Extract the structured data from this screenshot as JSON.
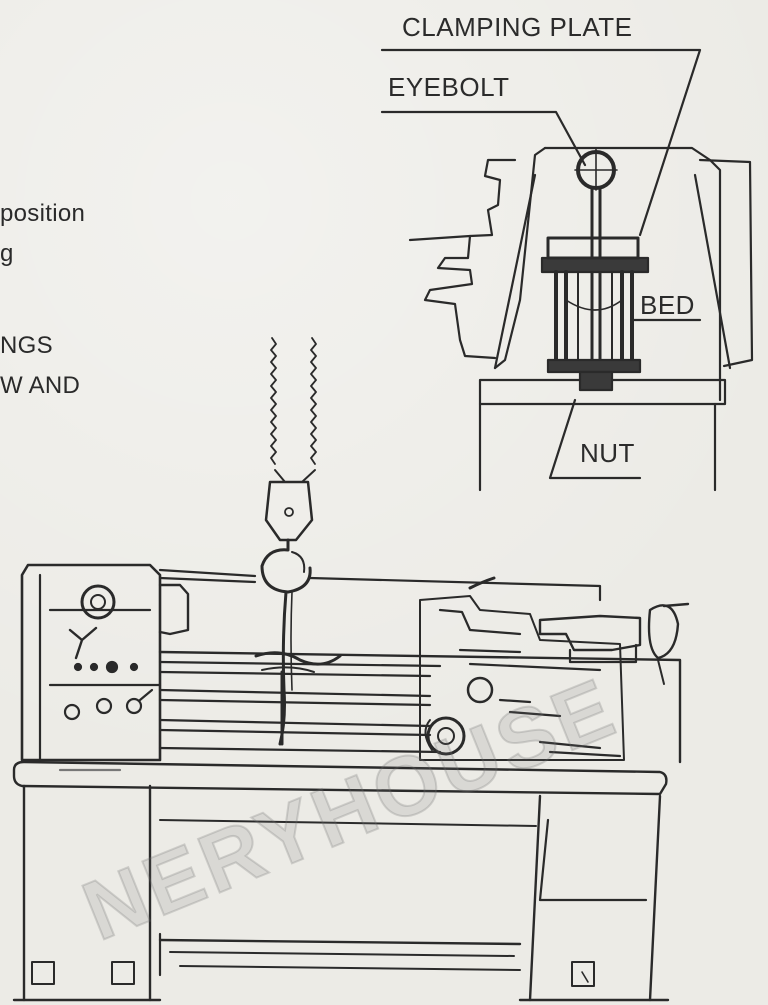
{
  "labels": {
    "clamping_plate": "CLAMPING PLATE",
    "eyebolt": "EYEBOLT",
    "bed": "BED",
    "nut": "NUT"
  },
  "text_fragments": [
    "position",
    "g",
    "NGS",
    "W AND"
  ],
  "watermark": "NERYHOUSE",
  "colors": {
    "paper": "#ecebe6",
    "ink": "#2a2a2a"
  }
}
